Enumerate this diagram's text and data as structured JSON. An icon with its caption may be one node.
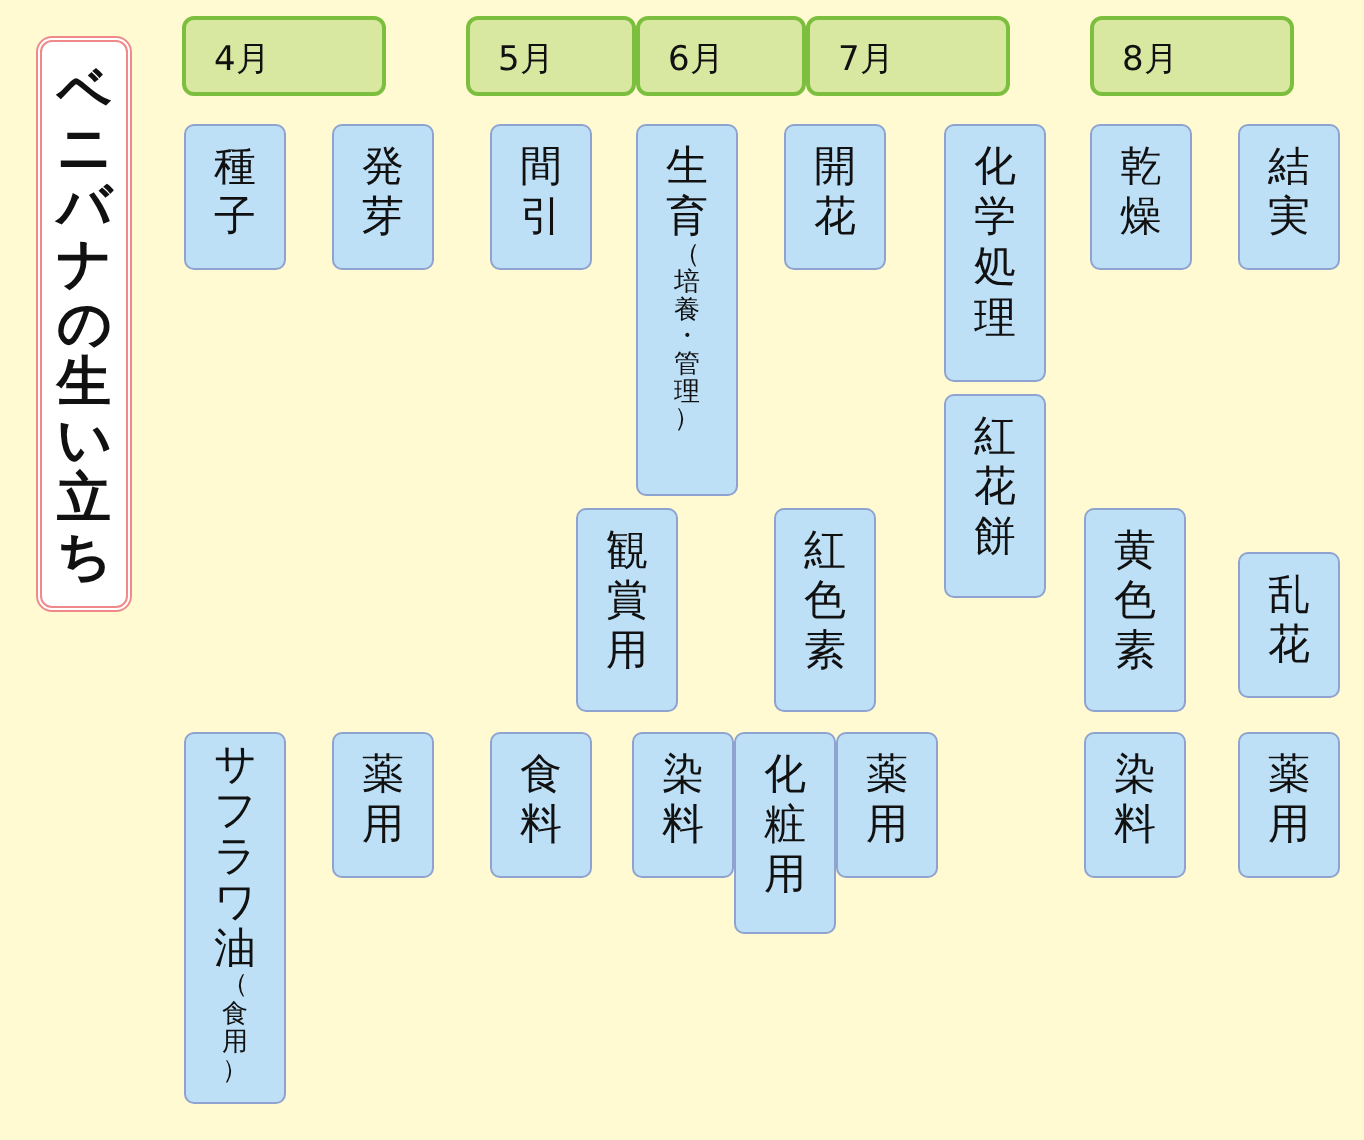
{
  "diagram": {
    "title": "ベニバナの生い立ち",
    "nodes": [
      {
        "text": [
          "4月"
        ]
      },
      {
        "text": [
          "5月"
        ]
      },
      {
        "text": [
          "6月"
        ]
      },
      {
        "text": [
          "7月"
        ]
      },
      {
        "text": [
          "8月"
        ]
      },
      {
        "text": [
          "種子"
        ]
      },
      {
        "text": [
          "発芽"
        ]
      },
      {
        "text": [
          "間引"
        ]
      },
      {
        "text": [
          "生育",
          "（培養・管理）"
        ]
      },
      {
        "text": [
          "開花"
        ]
      },
      {
        "text": [
          "化学処理"
        ]
      },
      {
        "text": [
          "乾燥"
        ]
      },
      {
        "text": [
          "結実"
        ]
      },
      {
        "text": [
          "紅花餅"
        ]
      },
      {
        "text": [
          "観賞用"
        ]
      },
      {
        "text": [
          "紅色素"
        ]
      },
      {
        "text": [
          "黄色素"
        ]
      },
      {
        "text": [
          "乱花"
        ]
      },
      {
        "text": [
          "サフラワ油",
          "（食用）"
        ]
      },
      {
        "text": [
          "薬用"
        ]
      },
      {
        "text": [
          "食料"
        ]
      },
      {
        "text": [
          "染料"
        ]
      },
      {
        "text": [
          "化粧用"
        ]
      },
      {
        "text": [
          "薬用"
        ]
      },
      {
        "text": [
          "染料"
        ]
      },
      {
        "text": [
          "薬用"
        ]
      }
    ]
  }
}
